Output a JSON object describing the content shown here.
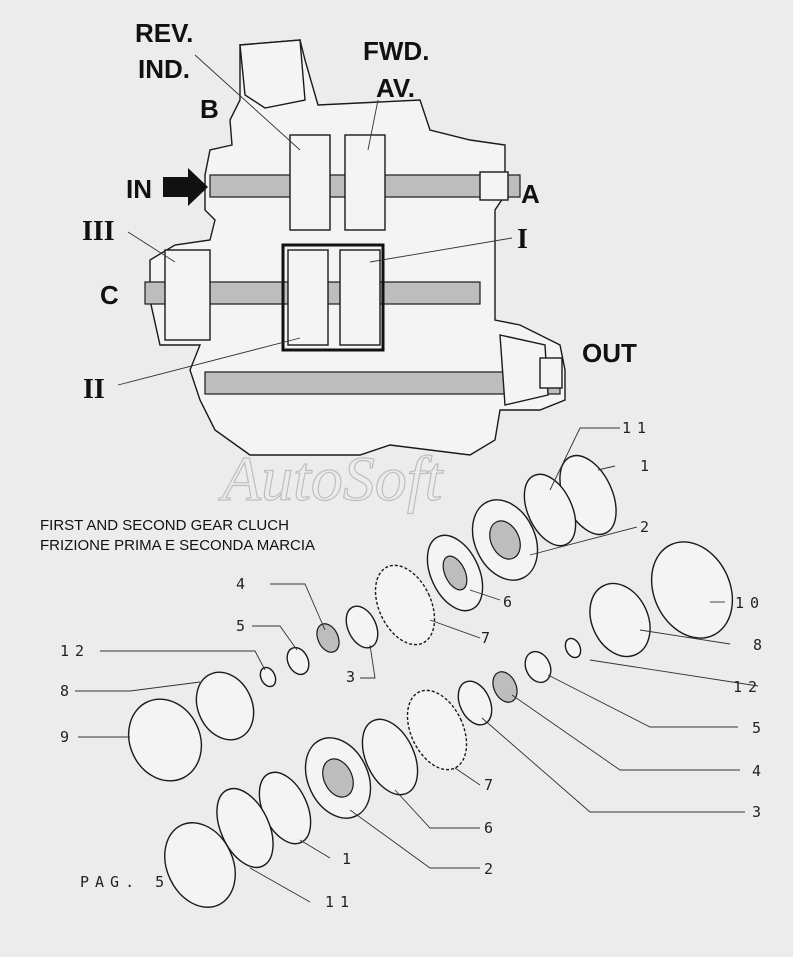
{
  "labels": {
    "rev_ind_1": "REV.",
    "rev_ind_2": "IND.",
    "fwd_av_1": "FWD.",
    "fwd_av_2": "AV.",
    "b": "B",
    "in": "IN",
    "a": "A",
    "iii": "III",
    "i": "I",
    "c": "C",
    "out": "OUT",
    "ii": "II"
  },
  "caption": {
    "line1": "FIRST AND SECOND GEAR CLUCH",
    "line2": "FRIZIONE PRIMA E SECONDA MARCIA"
  },
  "watermark": "AutoSoft",
  "page_ref": "PAG. 5",
  "callouts": {
    "c11_top": "11",
    "c1_top": "1",
    "c2_top": "2",
    "c10": "10",
    "c6_top": "6",
    "c8_right": "8",
    "c7_top": "7",
    "c12_right": "12",
    "c5_right": "5",
    "c4_right": "4",
    "c3_right": "3",
    "c4_left": "4",
    "c5_left": "5",
    "c12_left": "12",
    "c3_left": "3",
    "c8_left": "8",
    "c9": "9",
    "c7_bottom": "7",
    "c6_bottom": "6",
    "c1_bottom": "1",
    "c2_bottom": "2",
    "c11_bottom": "11"
  }
}
